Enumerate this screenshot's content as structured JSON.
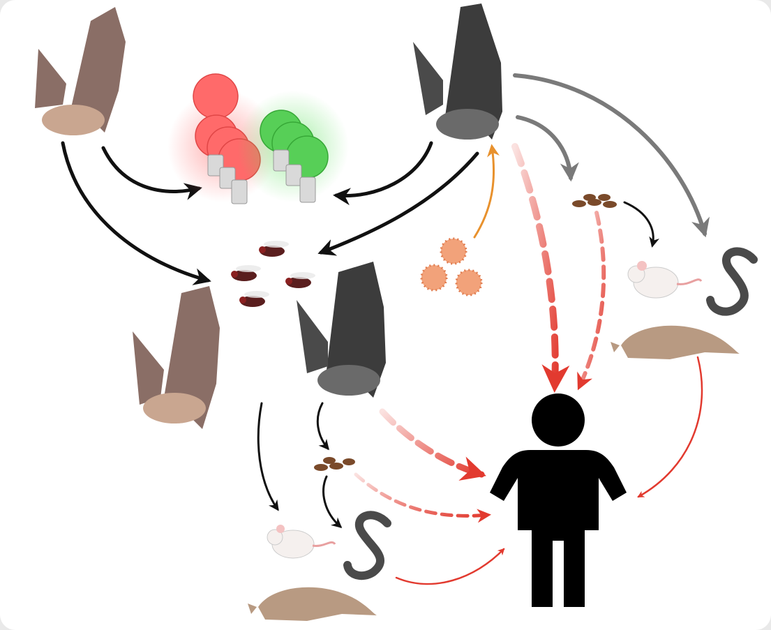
{
  "diagram": {
    "description_labels": [],
    "colors": {
      "brown_bat": "#8a6e66",
      "brown_bat_body": "#c9a690",
      "dark_bat": "#3c3c3c",
      "light_red": "#ff5a5a",
      "light_green": "#4fcf4f",
      "black_arrow": "#111111",
      "gray_arrow": "#7a7a7a",
      "red_arrow": "#e23a2f",
      "orange_arrow": "#e8912d",
      "virus": "#f2a27a",
      "human": "#000000"
    },
    "nodes": [
      {
        "id": "brown-bat-top",
        "icon": "brown-bat-icon"
      },
      {
        "id": "dark-bat-top",
        "icon": "dark-bat-icon"
      },
      {
        "id": "red-light-bulbs",
        "icon": "red-bulb-icon"
      },
      {
        "id": "green-light-bulbs",
        "icon": "green-bulb-icon"
      },
      {
        "id": "insects",
        "icon": "fly-icon"
      },
      {
        "id": "virus-particles",
        "icon": "virus-icon"
      },
      {
        "id": "brown-bat-middle",
        "icon": "brown-bat-icon"
      },
      {
        "id": "dark-bat-middle",
        "icon": "dark-bat-icon"
      },
      {
        "id": "guano-right",
        "icon": "guano-icon"
      },
      {
        "id": "guano-bottom",
        "icon": "guano-icon"
      },
      {
        "id": "mouse-right",
        "icon": "mouse-icon"
      },
      {
        "id": "snake-right",
        "icon": "snake-icon"
      },
      {
        "id": "pangolin-right",
        "icon": "pangolin-icon"
      },
      {
        "id": "mouse-bottom",
        "icon": "mouse-icon"
      },
      {
        "id": "snake-bottom",
        "icon": "snake-icon"
      },
      {
        "id": "pangolin-bottom",
        "icon": "pangolin-icon"
      },
      {
        "id": "human",
        "icon": "human-icon"
      }
    ]
  }
}
